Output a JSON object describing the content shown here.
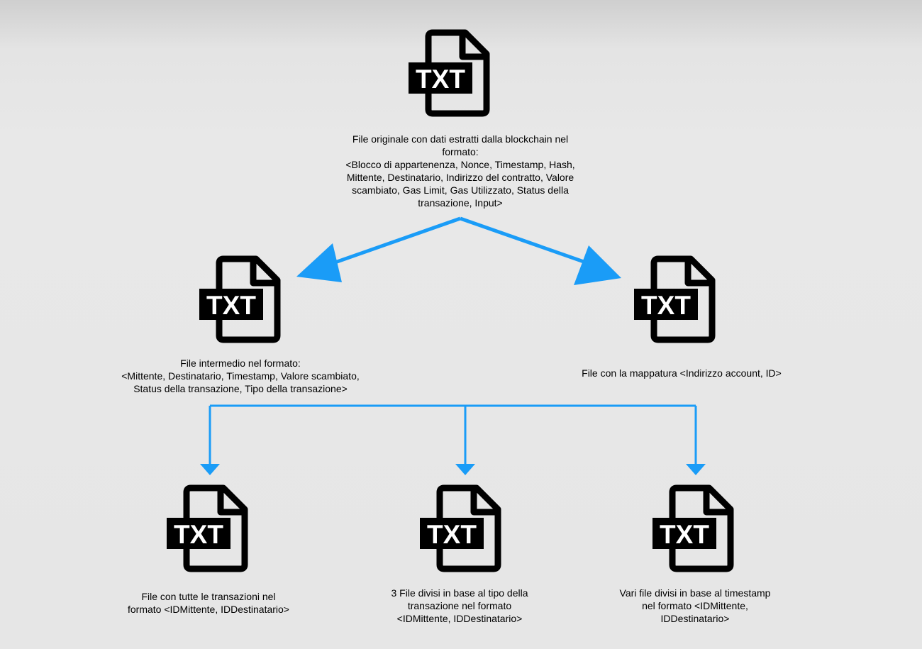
{
  "colors": {
    "arrow": "#1a9cf7",
    "icon": "#000000",
    "background": "#e6e6e6"
  },
  "icon_name": "txt-file-icon",
  "icon_label": "TXT",
  "nodes": {
    "original": {
      "label": "TXT",
      "caption": "File originale con dati estratti dalla blockchain nel\nformato:\n<Blocco di appartenenza, Nonce, Timestamp, Hash,\nMittente, Destinatario, Indirizzo del contratto, Valore\nscambiato, Gas Limit, Gas Utilizzato, Status della\ntransazione, Input>"
    },
    "intermediate": {
      "label": "TXT",
      "caption": "File intermedio nel formato:\n<Mittente, Destinatario, Timestamp, Valore scambiato,\nStatus della transazione, Tipo della transazione>"
    },
    "mapping": {
      "label": "TXT",
      "caption": "File con la mappatura <Indirizzo account, ID>"
    },
    "all_transactions": {
      "label": "TXT",
      "caption": "File con tutte le transazioni nel\nformato <IDMittente, IDDestinatario>"
    },
    "by_type": {
      "label": "TXT",
      "caption": "3 File divisi in base al tipo della\ntransazione nel formato\n<IDMittente, IDDestinatario>"
    },
    "by_timestamp": {
      "label": "TXT",
      "caption": "Vari file divisi in base al timestamp\nnel formato <IDMittente,\nIDDestinatario>"
    }
  }
}
